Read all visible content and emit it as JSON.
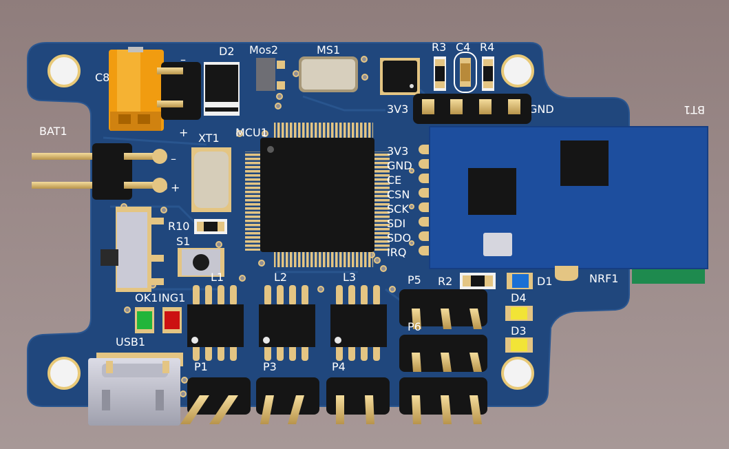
{
  "board": {
    "refs": {
      "c8": "C8",
      "d2": "D2",
      "mos2": "Mos2",
      "ms1": "MS1",
      "r3": "R3",
      "c4": "C4",
      "r4": "R4",
      "bt1": "BT1",
      "bat1": "BAT1",
      "xt1": "XT1",
      "mcu1": "MCU1",
      "r10": "R10",
      "s1": "S1",
      "l1": "L1",
      "l2": "L2",
      "l3": "L3",
      "p5": "P5",
      "r2": "R2",
      "d1": "D1",
      "nrf1": "NRF1",
      "ok1": "OK1",
      "ing1": "ING1",
      "d4": "D4",
      "d3": "D3",
      "usb1": "USB1",
      "p1": "P1",
      "p3": "P3",
      "p4": "P4",
      "p6": "P6"
    },
    "power_labels": {
      "header_3v3": "3V3",
      "header_gnd": "GND",
      "minus_top": "–",
      "plus_top": "+",
      "bat_minus": "–",
      "bat_plus": "+"
    },
    "nrf_pins": [
      "3V3",
      "GND",
      "CE",
      "CSN",
      "SCK",
      "SDI",
      "SDO",
      "IRQ"
    ]
  },
  "colors": {
    "pcb": "#20477d",
    "module": "#1d4e9e",
    "gold": "#e9c879",
    "chip": "#151515",
    "led_green": "#22b53a",
    "led_red": "#cc1111",
    "led_blue": "#1b6fd4",
    "led_yellow": "#f2e436",
    "connector_orange": "#f19c10"
  }
}
